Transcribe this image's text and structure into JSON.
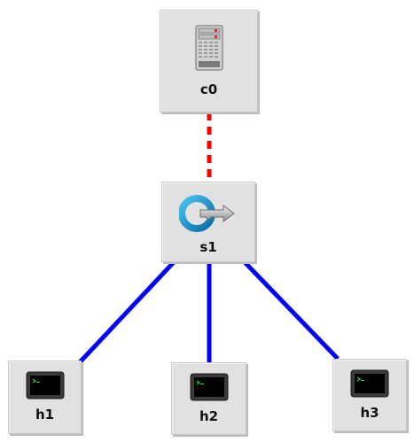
{
  "nodes": {
    "c0": {
      "label": "c0",
      "icon": "controller-server-icon"
    },
    "s1": {
      "label": "s1",
      "icon": "switch-icon"
    },
    "h1": {
      "label": "h1",
      "icon": "host-terminal-icon"
    },
    "h2": {
      "label": "h2",
      "icon": "host-terminal-icon"
    },
    "h3": {
      "label": "h3",
      "icon": "host-terminal-icon"
    }
  },
  "links": [
    {
      "from": "c0",
      "to": "s1",
      "style": "dashed",
      "color": "#ff0000"
    },
    {
      "from": "s1",
      "to": "h1",
      "style": "solid",
      "color": "#0000ff"
    },
    {
      "from": "s1",
      "to": "h2",
      "style": "solid",
      "color": "#0000ff"
    },
    {
      "from": "s1",
      "to": "h3",
      "style": "solid",
      "color": "#0000ff"
    }
  ]
}
